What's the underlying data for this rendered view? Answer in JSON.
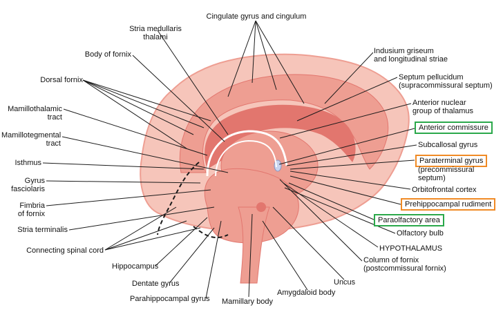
{
  "colors": {
    "tissue_light": "#f6c5ba",
    "tissue_mid": "#ee9e92",
    "tissue_dark": "#e2766e",
    "line": "#1a1a1a",
    "box_green": "#2aa84a",
    "box_orange": "#f08a24",
    "ventricle_blue": "#c9d4ef"
  },
  "labels": {
    "cingulate": "Cingulate gyrus and cingulum",
    "stria_medullaris_1": "Stria medullaris",
    "stria_medullaris_2": "thalami",
    "body_fornix": "Body of fornix",
    "dorsal_fornix": "Dorsal fornix",
    "mamillothalamic_1": "Mamillothalamic",
    "mamillothalamic_2": "tract",
    "mamillotegmental_1": "Mamillotegmental",
    "mamillotegmental_2": "tract",
    "isthmus": "Isthmus",
    "gyrus_fasciolaris_1": "Gyrus",
    "gyrus_fasciolaris_2": "fasciolaris",
    "fimbria_1": "Fimbria",
    "fimbria_2": "of fornix",
    "stria_terminalis": "Stria terminalis",
    "connecting_spinal": "Connecting spinal cord",
    "hippocampus": "Hippocampus",
    "dentate": "Dentate gyrus",
    "parahippocampal": "Parahippocampal gyrus",
    "mamillary": "Mamillary body",
    "amygdaloid": "Amygdaloid body",
    "uncus": "Uncus",
    "column_fornix_1": "Column of fornix",
    "column_fornix_2": "(postcommissural fornix)",
    "hypothalamus": "HYPOTHALAMUS",
    "olfactory_bulb": "Olfactory bulb",
    "paraolfactory": "Paraolfactory area",
    "prehippocampal": "Prehippocampal rudiment",
    "orbitofrontal": "Orbitofrontal cortex",
    "paraterminal": "Paraterminal gyrus",
    "paraterminal_2": "(precommissural",
    "paraterminal_3": "septum)",
    "subcallosal": "Subcallosal gyrus",
    "anterior_commissure": "Anterior commissure",
    "anterior_nuclear_1": "Anterior nuclear",
    "anterior_nuclear_2": "group of thalamus",
    "septum_1": "Septum pellucidum",
    "septum_2": "(supracommissural septum)",
    "indusium_1": "Indusium griseum",
    "indusium_2": "and longitudinal striae"
  }
}
